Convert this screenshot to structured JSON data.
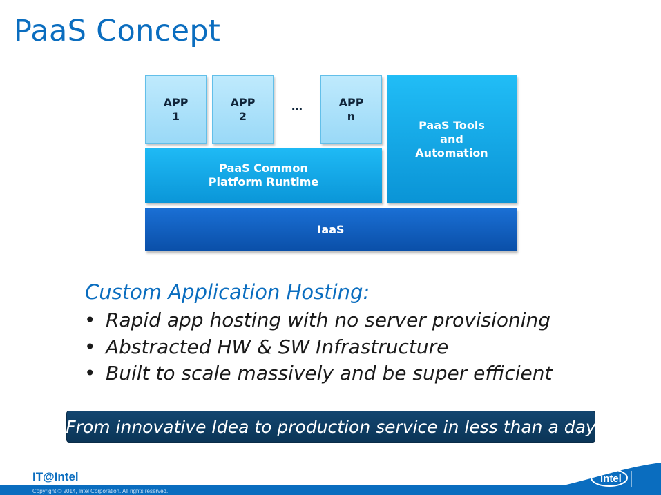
{
  "title": "PaaS Concept",
  "diagram": {
    "apps": [
      {
        "label": "APP\n1"
      },
      {
        "label": "APP\n2"
      },
      {
        "label": "APP\nn"
      }
    ],
    "ellipsis": "…",
    "runtime": "PaaS Common\nPlatform Runtime",
    "tools": "PaaS Tools\nand\nAutomation",
    "iaas": "IaaS"
  },
  "subheading": "Custom Application Hosting:",
  "bullets": [
    "Rapid app hosting with no server provisioning",
    "Abstracted HW & SW Infrastructure",
    "Built to scale massively and be super efficient"
  ],
  "banner": "From innovative Idea to production service in less than a day",
  "footer": {
    "brand": "IT@Intel",
    "copyright": "Copyright © 2014, Intel Corporation. All rights reserved.",
    "logo_text": "intel"
  },
  "colors": {
    "accent": "#0a6dbf",
    "app_box": "#aee0f9",
    "runtime_box": "#12a8e8",
    "iaas_box": "#1560c2",
    "banner": "#0f3e65"
  }
}
